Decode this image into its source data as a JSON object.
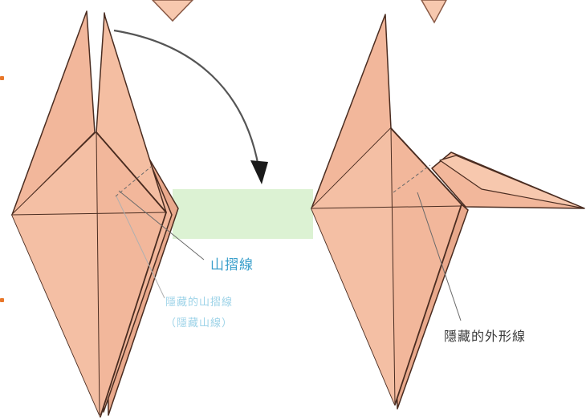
{
  "labels": {
    "mountain_fold": "山摺線",
    "hidden_mountain_fold": "隱藏的山摺線",
    "hidden_mountain_fold_alt": "（隱藏山線）",
    "hidden_outline": "隱藏的外形線"
  },
  "colors": {
    "paper": "#f2b79b",
    "paper_light": "#f7c8ae",
    "edge": "#4a2c20",
    "arrow": "#555555",
    "highlight_band": "#cfeec3",
    "label_blue": "#3a9fcb",
    "label_light_blue": "#9dd3e8",
    "label_dark": "#3a3a3a",
    "side_tick": "#e8772a"
  },
  "icons": [
    "curved-arrow-icon"
  ]
}
